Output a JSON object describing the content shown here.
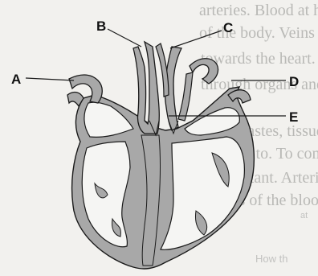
{
  "background_text": {
    "lines": [
      "arteries. Blood at high pr",
      "of the body. Veins return blood",
      "towards the heart. Capillaries b",
      "through organs and tissues, allow",
      "and wastes, tissues or struc",
      "similar to. To compensation of",
      "Important. Arteries carry blood the",
      "pools of the blood circulation"
    ],
    "footer_fragment": "How th",
    "side_fragment": "at"
  },
  "diagram": {
    "labels": {
      "A": "A",
      "B": "B",
      "C": "C",
      "D": "D",
      "E": "E"
    },
    "colors": {
      "vessel_fill": "#a8a8a8",
      "outline": "#1a1a1a",
      "chamber": "#f5f5f3",
      "page": "#f2f1ee"
    }
  }
}
